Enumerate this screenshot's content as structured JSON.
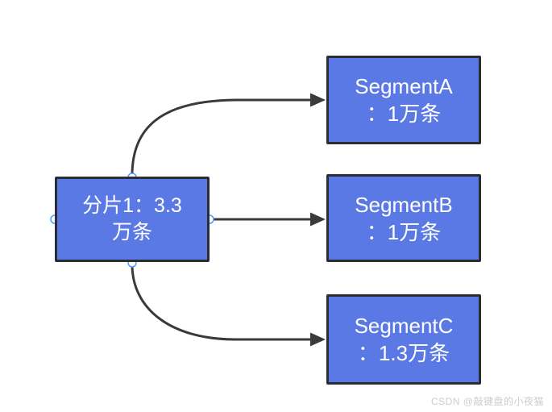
{
  "diagram": {
    "nodes": [
      {
        "id": "shard-1",
        "line1": "分片1：3.3",
        "line2": "万条"
      },
      {
        "id": "segment-a",
        "line1": "SegmentA",
        "line2": "：1万条"
      },
      {
        "id": "segment-b",
        "line1": "SegmentB",
        "line2": "：1万条"
      },
      {
        "id": "segment-c",
        "line1": "SegmentC",
        "line2": "：1.3万条"
      }
    ],
    "edges": [
      {
        "from": "shard-1",
        "to": "segment-a"
      },
      {
        "from": "shard-1",
        "to": "segment-b"
      },
      {
        "from": "shard-1",
        "to": "segment-c"
      }
    ],
    "colors": {
      "node_fill": "#5b79e5",
      "node_border": "#2a2d33",
      "node_text": "#ffffff",
      "edge_stroke": "#3a3a3a",
      "port_fill": "#ffffff",
      "port_stroke": "#4e9bff",
      "watermark": "#cccccc"
    }
  },
  "watermark": {
    "text": "CSDN @敲键盘的小夜猫"
  }
}
